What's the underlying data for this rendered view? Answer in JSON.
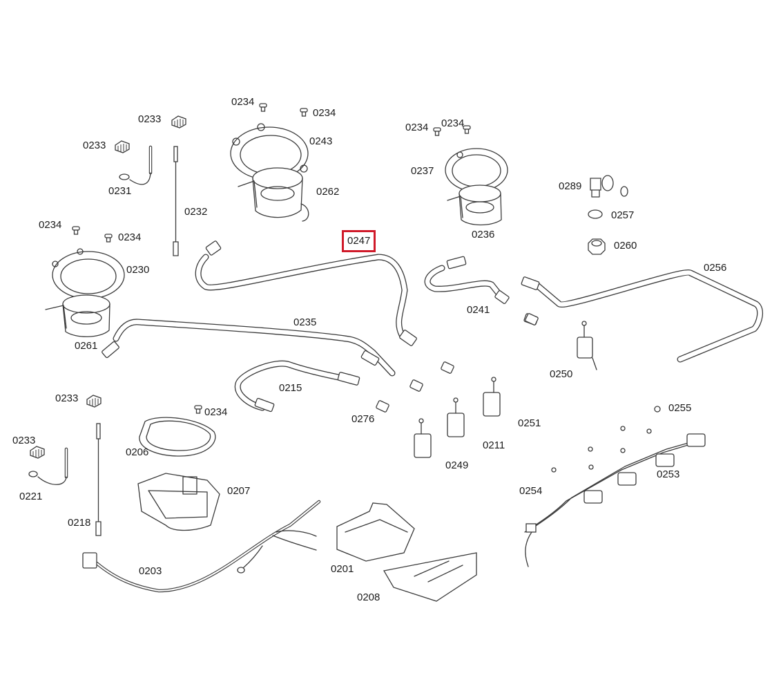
{
  "diagram": {
    "highlight_color": "#d01a2a",
    "highlighted_part": "0247",
    "parts": [
      {
        "id": "p0233a",
        "label": "0233"
      },
      {
        "id": "p0233b",
        "label": "0233"
      },
      {
        "id": "p0231",
        "label": "0231"
      },
      {
        "id": "p0232",
        "label": "0232"
      },
      {
        "id": "p0234a",
        "label": "0234"
      },
      {
        "id": "p0234b",
        "label": "0234"
      },
      {
        "id": "p0243",
        "label": "0243"
      },
      {
        "id": "p0262",
        "label": "0262"
      },
      {
        "id": "p0234c",
        "label": "0234"
      },
      {
        "id": "p0234d",
        "label": "0234"
      },
      {
        "id": "p0237",
        "label": "0237"
      },
      {
        "id": "p0236",
        "label": "0236"
      },
      {
        "id": "p0289",
        "label": "0289"
      },
      {
        "id": "p0257",
        "label": "0257"
      },
      {
        "id": "p0260",
        "label": "0260"
      },
      {
        "id": "p0234e",
        "label": "0234"
      },
      {
        "id": "p0234f",
        "label": "0234"
      },
      {
        "id": "p0230",
        "label": "0230"
      },
      {
        "id": "p0247",
        "label": "0247"
      },
      {
        "id": "p0256",
        "label": "0256"
      },
      {
        "id": "p0241",
        "label": "0241"
      },
      {
        "id": "p0261",
        "label": "0261"
      },
      {
        "id": "p0235",
        "label": "0235"
      },
      {
        "id": "p0250",
        "label": "0250"
      },
      {
        "id": "p0215",
        "label": "0215"
      },
      {
        "id": "p0233c",
        "label": "0233"
      },
      {
        "id": "p0234g",
        "label": "0234"
      },
      {
        "id": "p0276",
        "label": "0276"
      },
      {
        "id": "p0251",
        "label": "0251"
      },
      {
        "id": "p0255",
        "label": "0255"
      },
      {
        "id": "p0233d",
        "label": "0233"
      },
      {
        "id": "p0206",
        "label": "0206"
      },
      {
        "id": "p0211",
        "label": "0211"
      },
      {
        "id": "p0249",
        "label": "0249"
      },
      {
        "id": "p0253",
        "label": "0253"
      },
      {
        "id": "p0221",
        "label": "0221"
      },
      {
        "id": "p0207",
        "label": "0207"
      },
      {
        "id": "p0254",
        "label": "0254"
      },
      {
        "id": "p0218",
        "label": "0218"
      },
      {
        "id": "p0203",
        "label": "0203"
      },
      {
        "id": "p0201",
        "label": "0201"
      },
      {
        "id": "p0208",
        "label": "0208"
      }
    ]
  }
}
